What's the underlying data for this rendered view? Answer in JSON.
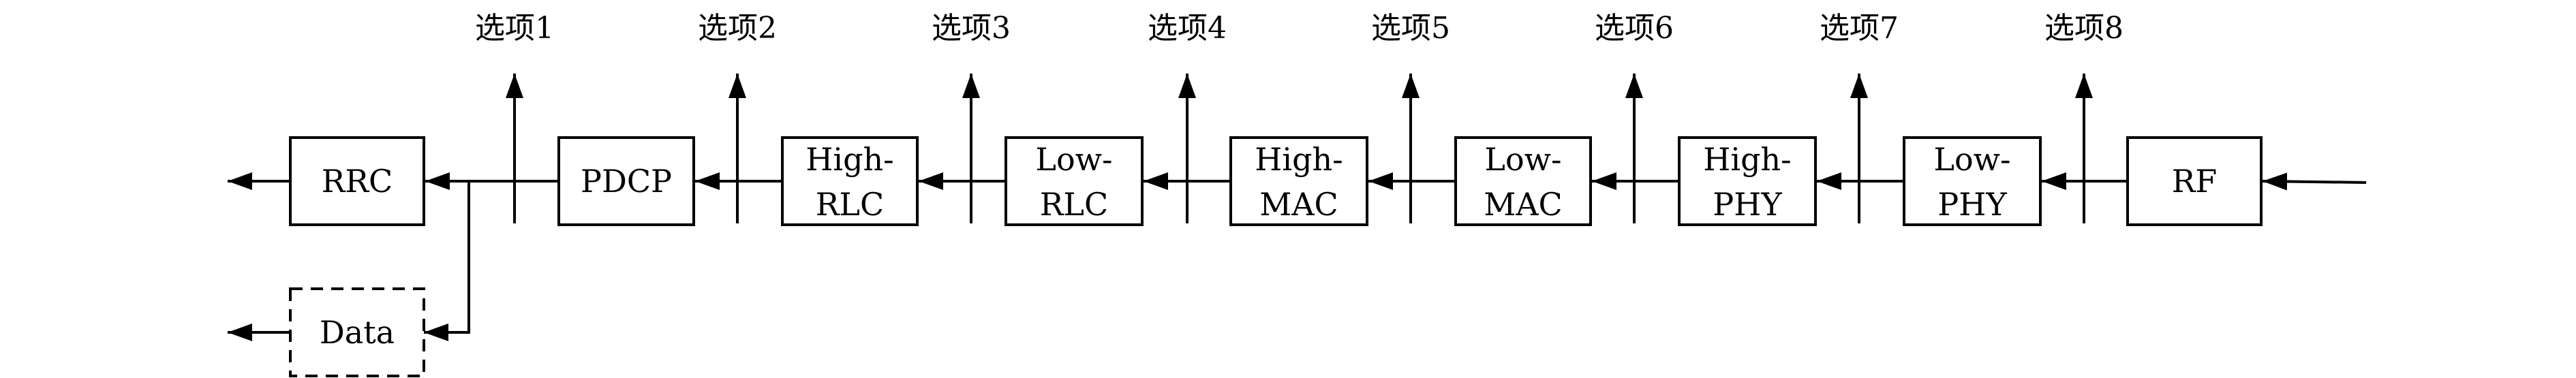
{
  "options": [
    "选项1",
    "选项2",
    "选项3",
    "选项4",
    "选项5",
    "选项6",
    "选项7",
    "选项8"
  ],
  "boxes": {
    "rrc": [
      "RRC"
    ],
    "data": [
      "Data"
    ],
    "pdcp": [
      "PDCP"
    ],
    "high_rlc": [
      "High-",
      "RLC"
    ],
    "low_rlc": [
      "Low-",
      "RLC"
    ],
    "high_mac": [
      "High-",
      "MAC"
    ],
    "low_mac": [
      "Low-",
      "MAC"
    ],
    "high_phy": [
      "High-",
      "PHY"
    ],
    "low_phy": [
      "Low-",
      "PHY"
    ],
    "rf": [
      "RF"
    ]
  },
  "colors": {
    "stroke": "#000000",
    "text": "#000000",
    "background": "#ffffff"
  }
}
